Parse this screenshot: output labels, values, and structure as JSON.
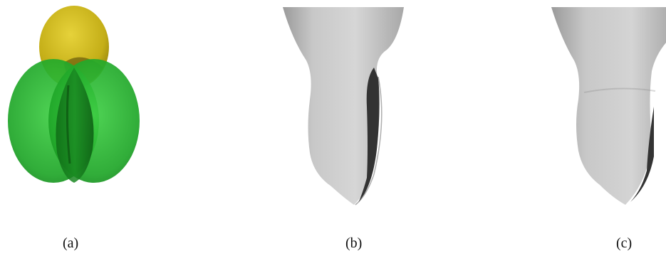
{
  "figure": {
    "captions": {
      "a": "(a)",
      "b": "(b)",
      "c": "(c)"
    },
    "colors": {
      "background": "#ffffff",
      "ellipsoid_yellow": "#c8b21a",
      "ellipsoid_green": "#22b02c",
      "surface_gray": "#bdbdbd",
      "surface_shadow": "#3a3a3a"
    }
  }
}
